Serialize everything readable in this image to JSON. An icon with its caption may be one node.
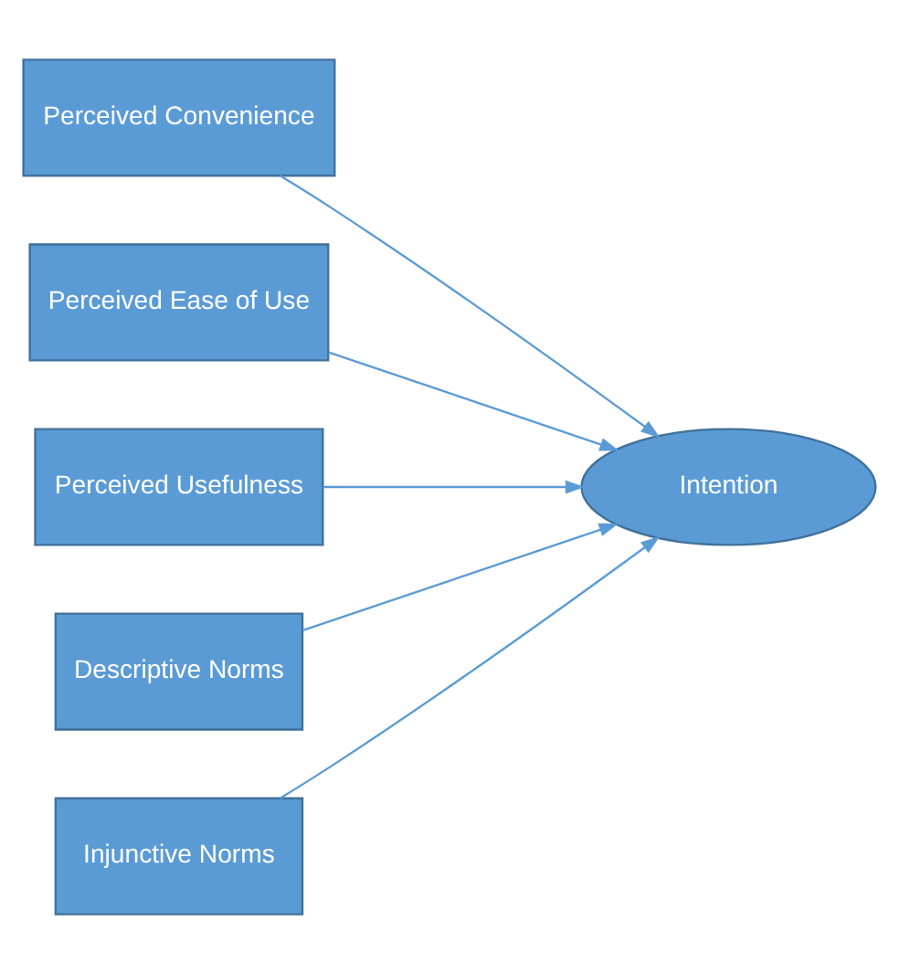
{
  "diagram": {
    "nodes": [
      {
        "text": [
          "Perceived Convenience"
        ]
      },
      {
        "text": [
          "Perceived Ease of Use"
        ]
      },
      {
        "text": [
          "Perceived Usefulness"
        ]
      },
      {
        "text": [
          "Descriptive Norms"
        ]
      },
      {
        "text": [
          "Injunctive Norms"
        ]
      },
      {
        "text": [
          "Intention"
        ]
      }
    ],
    "edges": [
      {
        "from": 0,
        "to": 5,
        "arrow": "to"
      },
      {
        "from": 1,
        "to": 5,
        "arrow": "to"
      },
      {
        "from": 2,
        "to": 5,
        "arrow": "to"
      },
      {
        "from": 3,
        "to": 5,
        "arrow": "to"
      },
      {
        "from": 4,
        "to": 5,
        "arrow": "to"
      }
    ]
  }
}
